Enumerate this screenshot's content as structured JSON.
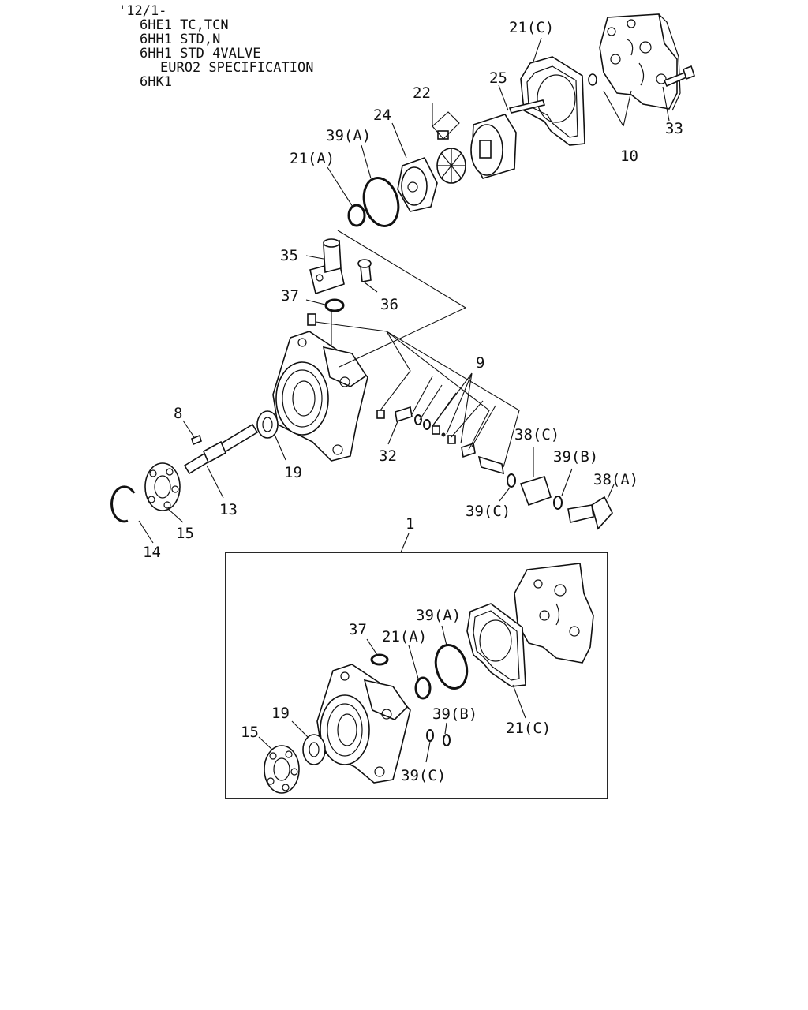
{
  "header": {
    "lines": [
      "'12/1-",
      "6HE1 TC,TCN",
      "6HH1 STD,N",
      "6HH1 STD 4VALVE",
      "EURO2 SPECIFICATION",
      "6HK1"
    ]
  },
  "labels": {
    "p21c": "21(C)",
    "p25": "25",
    "p22": "22",
    "p24": "24",
    "p39a": "39(A)",
    "p21a": "21(A)",
    "p33": "33",
    "p10": "10",
    "p35": "35",
    "p37": "37",
    "p36": "36",
    "p9": "9",
    "p8": "8",
    "p32": "32",
    "p38c": "38(C)",
    "p39b": "39(B)",
    "p38a": "38(A)",
    "p19": "19",
    "p13": "13",
    "p39c": "39(C)",
    "p15": "15",
    "p14": "14",
    "p1": "1",
    "k37": "37",
    "k21a": "21(A)",
    "k39a": "39(A)",
    "k19": "19",
    "k15": "15",
    "k39b": "39(B)",
    "k21c": "21(C)",
    "k39c": "39(C)"
  }
}
